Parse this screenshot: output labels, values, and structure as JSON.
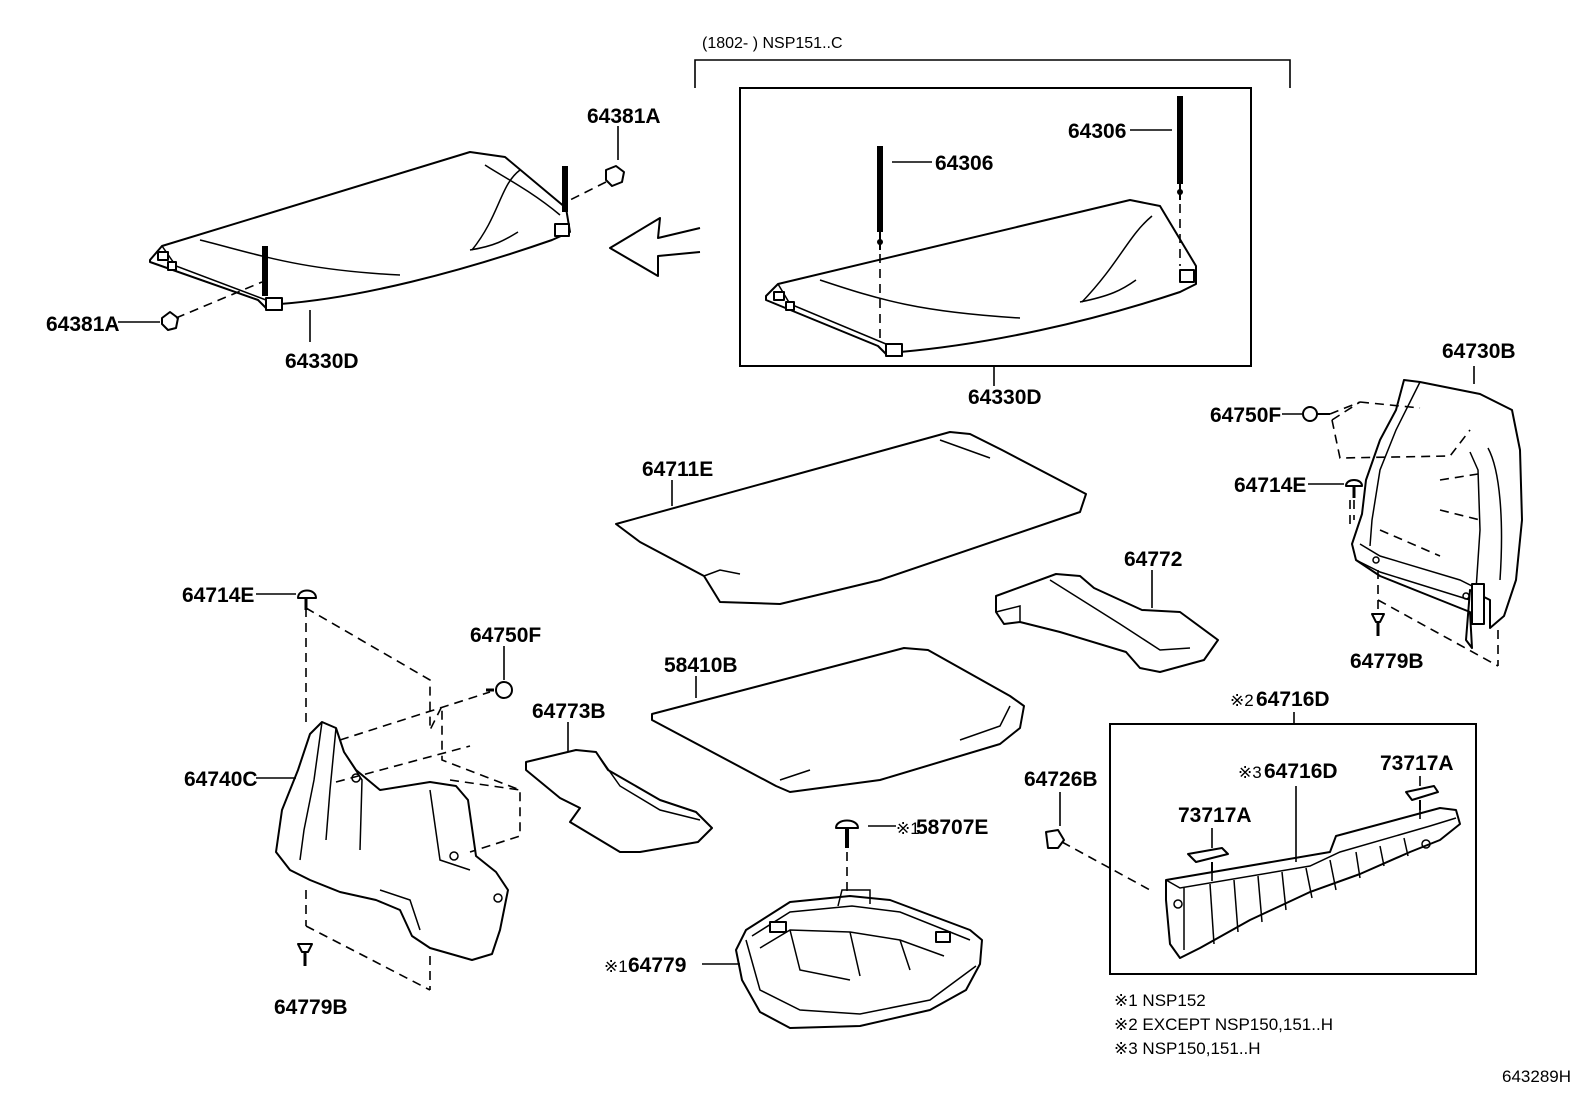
{
  "bracket_note": "(1802-     ) NSP151..C",
  "labels": {
    "l_64381A_top": "64381A",
    "l_64381A_left": "64381A",
    "l_64330D_left": "64330D",
    "l_64306_a": "64306",
    "l_64306_b": "64306",
    "l_64330D_box": "64330D",
    "l_64730B": "64730B",
    "l_64750F_right": "64750F",
    "l_64714E_right": "64714E",
    "l_64779B_right": "64779B",
    "l_64711E": "64711E",
    "l_64772": "64772",
    "l_58410B": "58410B",
    "l_64773B": "64773B",
    "l_64714E_left": "64714E",
    "l_64750F_left": "64750F",
    "l_64740C": "64740C",
    "l_64779B_left": "64779B",
    "l_58707E": "58707E",
    "l_64779": "64779",
    "l_64726B": "64726B",
    "l_64716D_top": "64716D",
    "l_64716D_inner": "64716D",
    "l_73717A_a": "73717A",
    "l_73717A_b": "73717A"
  },
  "marks": {
    "m_58707E": "※1",
    "m_64779": "※1",
    "m_64716D_top": "※2",
    "m_64716D_inner": "※3"
  },
  "notes": [
    "※1 NSP152",
    "※2 EXCEPT NSP150,151..H",
    "※3 NSP150,151..H"
  ],
  "diagram_code": "643289H"
}
